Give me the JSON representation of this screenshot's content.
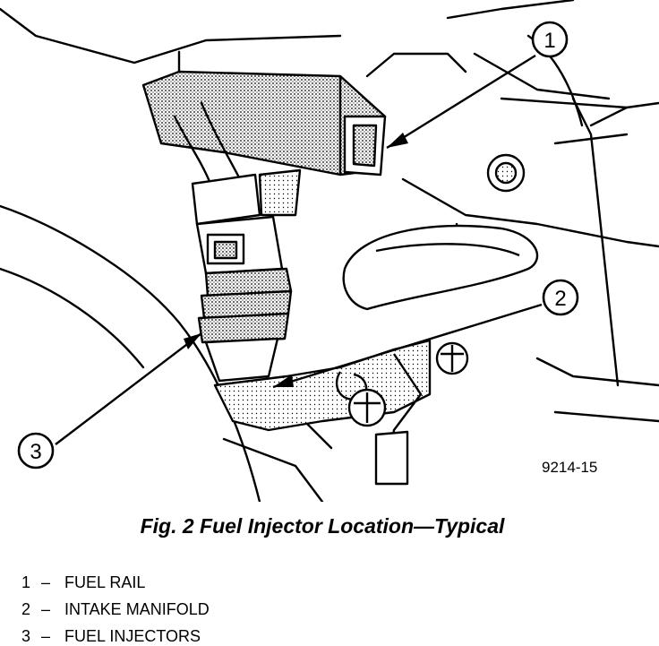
{
  "figure": {
    "code": "9214-15",
    "caption": "Fig. 2 Fuel Injector Location—Typical"
  },
  "callouts": [
    {
      "number": "1",
      "label": "FUEL RAIL"
    },
    {
      "number": "2",
      "label": "INTAKE MANIFOLD"
    },
    {
      "number": "3",
      "label": "FUEL INJECTORS"
    }
  ],
  "legend": {
    "separator": "–"
  }
}
